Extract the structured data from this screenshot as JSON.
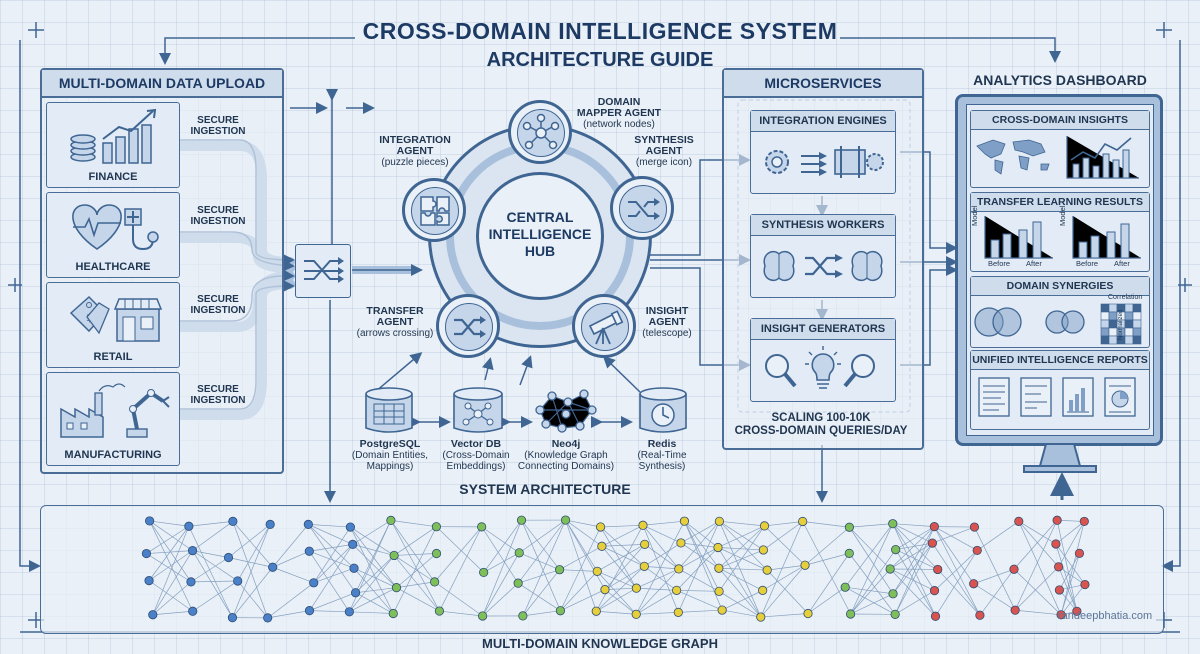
{
  "title": {
    "line1": "CROSS-DOMAIN INTELLIGENCE SYSTEM",
    "line2": "ARCHITECTURE GUIDE"
  },
  "upload": {
    "heading": "MULTI-DOMAIN DATA UPLOAD",
    "domains": [
      {
        "label": "FINANCE",
        "ingest": "SECURE INGESTION"
      },
      {
        "label": "HEALTHCARE",
        "ingest": "SECURE INGESTION"
      },
      {
        "label": "RETAIL",
        "ingest": "SECURE INGESTION"
      },
      {
        "label": "MANUFACTURING",
        "ingest": "SECURE INGESTION"
      }
    ]
  },
  "hub": {
    "center_line1": "CENTRAL",
    "center_line2": "INTELLIGENCE",
    "center_line3": "HUB",
    "agents": [
      {
        "name_l1": "DOMAIN",
        "name_l2": "MAPPER AGENT",
        "note": "(network nodes)"
      },
      {
        "name_l1": "INTEGRATION",
        "name_l2": "AGENT",
        "note": "(puzzle pieces)"
      },
      {
        "name_l1": "SYNTHESIS",
        "name_l2": "AGENT",
        "note": "(merge icon)"
      },
      {
        "name_l1": "TRANSFER",
        "name_l2": "AGENT",
        "note": "(arrows crossing)"
      },
      {
        "name_l1": "INSIGHT",
        "name_l2": "AGENT",
        "note": "(telescope)"
      }
    ]
  },
  "storage": {
    "caption": "SYSTEM ARCHITECTURE",
    "items": [
      {
        "name": "PostgreSQL",
        "d1": "(Domain Entities,",
        "d2": "Mappings)",
        "d3": ""
      },
      {
        "name": "Vector DB",
        "d1": "(Cross-Domain",
        "d2": "Embeddings)",
        "d3": ""
      },
      {
        "name": "Neo4j",
        "d1": "(Knowledge Graph",
        "d2": "Connecting Domains)",
        "d3": ""
      },
      {
        "name": "Redis",
        "d1": "(Real-Time",
        "d2": "Synthesis)",
        "d3": ""
      }
    ]
  },
  "micro": {
    "heading": "MICROSERVICES",
    "boxes": [
      {
        "label": "INTEGRATION ENGINES"
      },
      {
        "label": "SYNTHESIS WORKERS"
      },
      {
        "label": "INSIGHT GENERATORS"
      }
    ],
    "scaling_l1": "SCALING 100-10K",
    "scaling_l2": "CROSS-DOMAIN QUERIES/DAY"
  },
  "dashboard": {
    "heading": "ANALYTICS DASHBOARD",
    "sections": [
      {
        "label": "CROSS-DOMAIN INSIGHTS"
      },
      {
        "label": "TRANSFER LEARNING RESULTS"
      },
      {
        "label": "DOMAIN SYNERGIES"
      },
      {
        "label": "UNIFIED INTELLIGENCE REPORTS"
      }
    ],
    "chart_axis": "Model",
    "before": "Before",
    "after": "After",
    "correlation": "Correlation",
    "normalized": "Normalized"
  },
  "graph": {
    "caption": "MULTI-DOMAIN KNOWLEDGE GRAPH",
    "watermark": "randeepbhatia.com"
  },
  "colors": {
    "line": "#3f6592",
    "fill": "#c6d6ea",
    "blue": "#4a80c8",
    "green": "#7fbf5a",
    "yellow": "#e6cf3a",
    "red": "#d9534f"
  }
}
